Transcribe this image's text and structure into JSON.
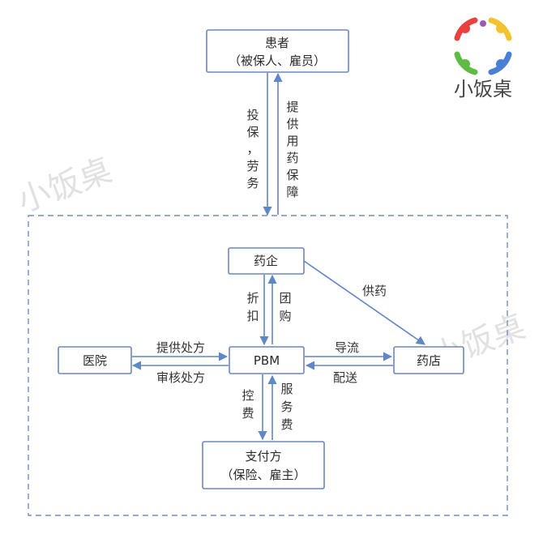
{
  "nodes": {
    "patient": {
      "line1": "患者",
      "line2": "（被保人、雇员）"
    },
    "pharma": {
      "label": "药企"
    },
    "hospital": {
      "label": "医院"
    },
    "pbm": {
      "label": "PBM"
    },
    "pharmacy": {
      "label": "药店"
    },
    "payer": {
      "line1": "支付方",
      "line2": "（保险、雇主）"
    }
  },
  "edges": {
    "patient_to_pbm": [
      "投",
      "保",
      "，",
      "劳",
      "务"
    ],
    "pbm_to_patient": [
      "提",
      "供",
      "用",
      "药",
      "保",
      "障"
    ],
    "pbm_to_pharma": [
      "折",
      "扣"
    ],
    "pharma_to_pbm": [
      "团",
      "购"
    ],
    "pharma_to_pharmacy": "供药",
    "hospital_to_pbm": "提供处方",
    "pbm_to_hospital": "审核处方",
    "pbm_to_pharmacy": "导流",
    "pharmacy_to_pbm": "配送",
    "pbm_to_payer": [
      "控",
      "费"
    ],
    "payer_to_pbm": [
      "服",
      "务",
      "费"
    ]
  },
  "watermark": "小饭桌",
  "logo": {
    "text": "小饭桌"
  },
  "colors": {
    "node_border": "#6a87c0",
    "arrow": "#5f86c6",
    "logo_red": "#e8413f",
    "logo_yellow": "#f3c22f",
    "logo_green": "#5dbb46",
    "logo_blue": "#4a7fd6",
    "logo_purple": "#9b59b6"
  }
}
